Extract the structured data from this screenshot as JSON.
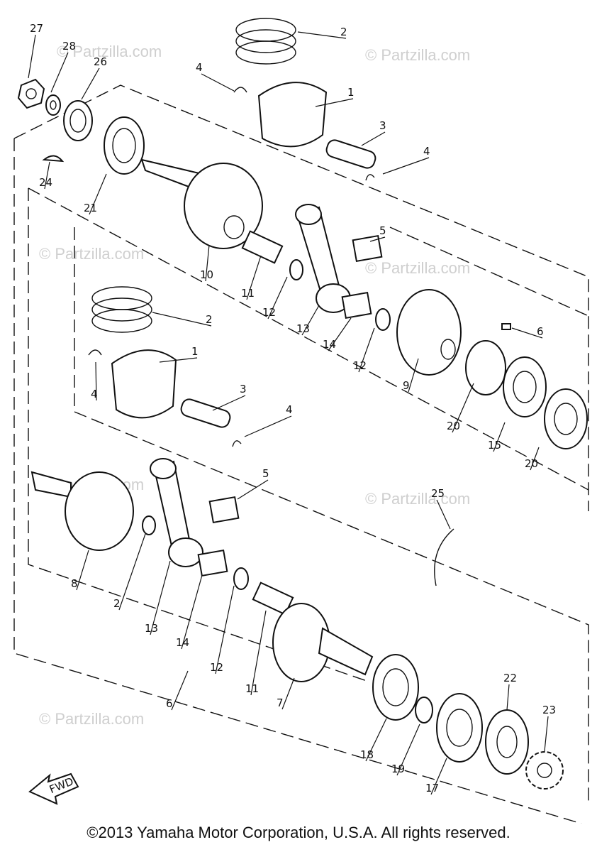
{
  "diagram": {
    "callouts": [
      "27",
      "28",
      "26",
      "24",
      "21",
      "2",
      "4",
      "1",
      "3",
      "4",
      "5",
      "10",
      "11",
      "12",
      "13",
      "14",
      "12",
      "9",
      "6",
      "2",
      "1",
      "4",
      "3",
      "4",
      "20",
      "15",
      "20",
      "5",
      "25",
      "8",
      "2",
      "13",
      "14",
      "12",
      "11",
      "7",
      "6",
      "22",
      "23",
      "18",
      "19",
      "17"
    ],
    "watermark": "© Partzilla.com",
    "fwd_label": "FWD",
    "copyright": "©2013 Yamaha Motor Corporation, U.S.A. All rights reserved."
  }
}
